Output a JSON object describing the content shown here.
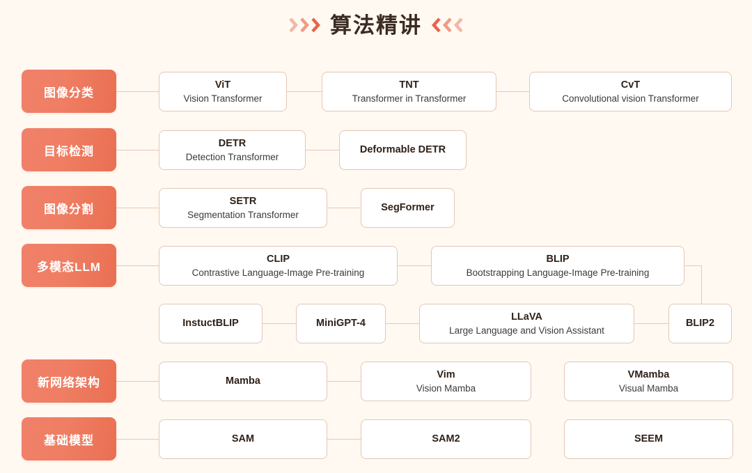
{
  "header": {
    "title": "算法精讲",
    "left_chevrons_icon": "chevron-right-icon",
    "right_chevrons_icon": "chevron-left-icon"
  },
  "colors": {
    "background": "#FFF9F2",
    "chip_gradient_start": "#F0806A",
    "chip_gradient_end": "#EA6F52",
    "node_border": "#E3C6B4",
    "node_fill": "#FFFFFF",
    "connector": "#E6C8B6",
    "title_text": "#3B2B22",
    "accent": "#E8634A"
  },
  "rows": [
    {
      "category": "图像分类",
      "nodes": [
        {
          "abbr": "ViT",
          "full": "Vision Transformer"
        },
        {
          "abbr": "TNT",
          "full": "Transformer in Transformer"
        },
        {
          "abbr": "CvT",
          "full": "Convolutional vision Transformer"
        }
      ]
    },
    {
      "category": "目标检测",
      "nodes": [
        {
          "abbr": "DETR",
          "full": "Detection Transformer"
        },
        {
          "abbr": "Deformable DETR",
          "full": ""
        }
      ]
    },
    {
      "category": "图像分割",
      "nodes": [
        {
          "abbr": "SETR",
          "full": "Segmentation Transformer"
        },
        {
          "abbr": "SegFormer",
          "full": ""
        }
      ]
    },
    {
      "category": "多模态LLM",
      "nodes": [
        {
          "abbr": "CLIP",
          "full": "Contrastive Language-Image Pre-training"
        },
        {
          "abbr": "BLIP",
          "full": "Bootstrapping Language-Image Pre-training"
        },
        {
          "abbr": "InstuctBLIP",
          "full": ""
        },
        {
          "abbr": "MiniGPT-4",
          "full": ""
        },
        {
          "abbr": "LLaVA",
          "full": "Large Language and Vision Assistant"
        },
        {
          "abbr": "BLIP2",
          "full": ""
        }
      ]
    },
    {
      "category": "新网络架构",
      "nodes": [
        {
          "abbr": "Mamba",
          "full": ""
        },
        {
          "abbr": "Vim",
          "full": "Vision Mamba"
        },
        {
          "abbr": "VMamba",
          "full": "Visual Mamba"
        }
      ]
    },
    {
      "category": "基础模型",
      "nodes": [
        {
          "abbr": "SAM",
          "full": ""
        },
        {
          "abbr": "SAM2",
          "full": ""
        },
        {
          "abbr": "SEEM",
          "full": ""
        }
      ]
    }
  ]
}
